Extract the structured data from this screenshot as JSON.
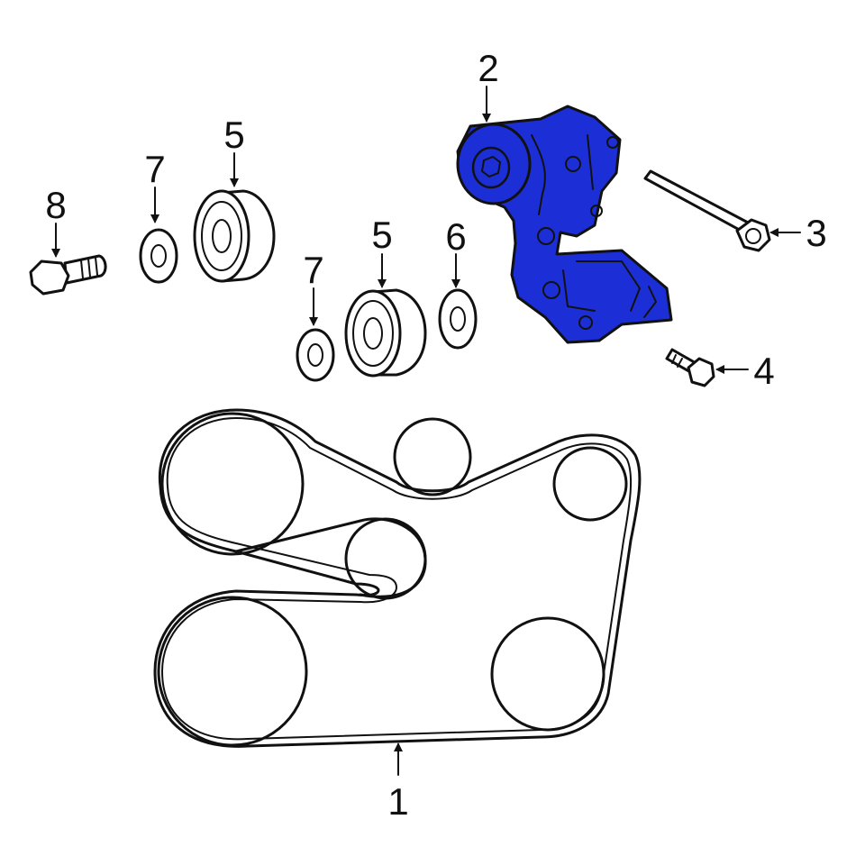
{
  "colors": {
    "line": "#111111",
    "highlight": "#1c2fd6",
    "background": "#ffffff"
  },
  "callouts": {
    "belt": "1",
    "tensioner": "2",
    "long_bolt": "3",
    "short_bolt": "4",
    "idler_upper": "5",
    "idler_lower": "5",
    "washer_right": "6",
    "washer_upper": "7",
    "washer_lower": "7",
    "pulley_bolt": "8"
  }
}
